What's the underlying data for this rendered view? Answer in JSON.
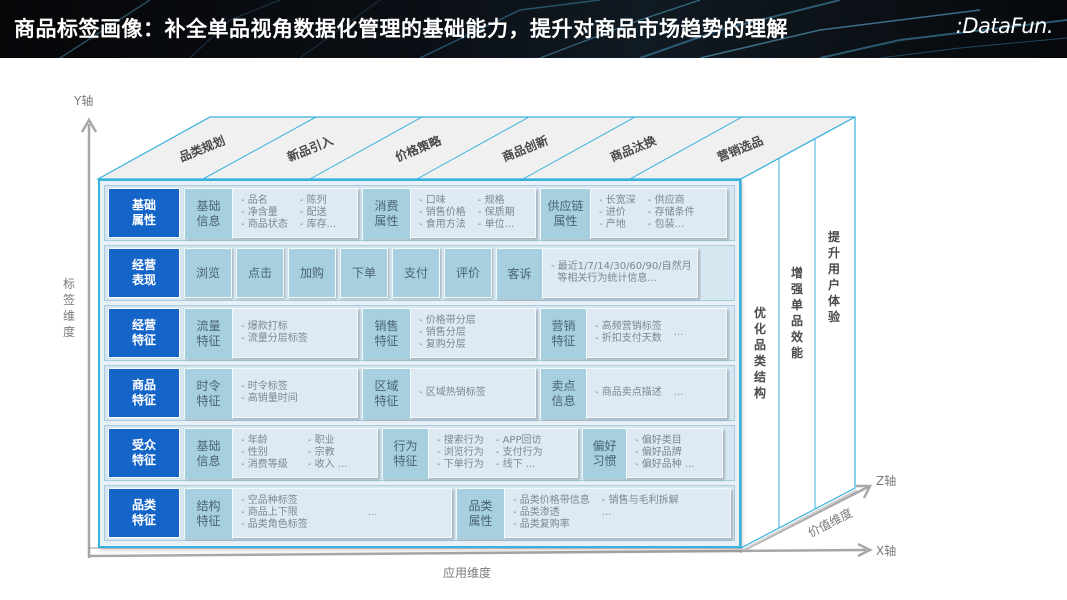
{
  "header": {
    "title": "商品标签画像：补全单品视角数据化管理的基础能力，提升对商品市场趋势的理解",
    "logo": ":DataFun."
  },
  "axes": {
    "y_axis": "Y轴",
    "y_dimension": "标签维度",
    "x_axis": "X轴",
    "x_dimension": "应用维度",
    "z_axis": "Z轴",
    "z_dimension": "价值维度"
  },
  "colors": {
    "row_head_bg": "#1565c8",
    "category_bg": "#a6cfe0",
    "detail_bg": "#dde9f3",
    "frame_border": "#38b1dd",
    "banner_bg": "#0b0f15"
  },
  "top_face": {
    "labels": [
      "品类规划",
      "新品引入",
      "价格策略",
      "商品创新",
      "商品汰换",
      "营销选品"
    ]
  },
  "side_face": {
    "labels": [
      "优化品类结构",
      "增强单品效能",
      "提升用户体验"
    ]
  },
  "rows": [
    {
      "head": "基础\n属性",
      "head_lines": [
        "基础",
        "属性"
      ],
      "groups": [
        {
          "category": [
            "基础",
            "信息"
          ],
          "col1": [
            "- 品名",
            "- 净含量",
            "- 商品状态"
          ],
          "col2": [
            "- 陈列",
            "- 配送",
            "- 库存..."
          ]
        },
        {
          "category": [
            "消费",
            "属性"
          ],
          "col1": [
            "- 口味",
            "- 销售价格",
            "- 食用方法"
          ],
          "col2": [
            "- 规格",
            "- 保质期",
            "- 单位..."
          ]
        },
        {
          "category": [
            "供应链",
            "属性"
          ],
          "col1": [
            "- 长宽深",
            "- 进价",
            "- 产地"
          ],
          "col2": [
            "- 供应商",
            "- 存储条件",
            "- 包装..."
          ]
        }
      ]
    },
    {
      "head_lines": [
        "经营",
        "表现"
      ],
      "actions": [
        "浏览",
        "点击",
        "加购",
        "下单",
        "支付",
        "评价"
      ],
      "last_group": {
        "category": [
          "客诉"
        ],
        "col1": [
          "- 最近1/7/14/30/60/90/自然月",
          "  等相关行为统计信息..."
        ]
      }
    },
    {
      "head_lines": [
        "经营",
        "特征"
      ],
      "groups": [
        {
          "category": [
            "流量",
            "特征"
          ],
          "col1": [
            "- 爆款打标",
            "- 流量分层标签"
          ]
        },
        {
          "category": [
            "销售",
            "特征"
          ],
          "col1": [
            "- 价格带分层",
            "- 销售分层",
            "- 复购分层"
          ]
        },
        {
          "category": [
            "营销",
            "特征"
          ],
          "col1": [
            "- 高频营销标签",
            "- 折扣支付天数"
          ],
          "ellipsis": "..."
        }
      ]
    },
    {
      "head_lines": [
        "商品",
        "特征"
      ],
      "groups": [
        {
          "category": [
            "时令",
            "特征"
          ],
          "col1": [
            "- 时令标签",
            "- 高销量时间"
          ]
        },
        {
          "category": [
            "区域",
            "特征"
          ],
          "col1": [
            "- 区域热销标签"
          ]
        },
        {
          "category": [
            "卖点",
            "信息"
          ],
          "col1": [
            "- 商品卖点描述"
          ],
          "ellipsis": "..."
        }
      ]
    },
    {
      "head_lines": [
        "受众",
        "特征"
      ],
      "groups": [
        {
          "category": [
            "基础",
            "信息"
          ],
          "col1": [
            "- 年龄",
            "- 性别",
            "- 消费等级"
          ],
          "col2": [
            "- 职业",
            "- 宗教",
            "- 收入 ..."
          ]
        },
        {
          "category": [
            "行为",
            "特征"
          ],
          "col1": [
            "- 搜索行为",
            "- 浏览行为",
            "- 下单行为"
          ],
          "col2": [
            "- APP回访",
            "- 支付行为",
            "- 线下 ..."
          ]
        },
        {
          "category": [
            "偏好",
            "习惯"
          ],
          "col1": [
            "- 偏好类目",
            "- 偏好品牌",
            "- 偏好品种 ..."
          ]
        }
      ]
    },
    {
      "head_lines": [
        "品类",
        "特征"
      ],
      "groups": [
        {
          "category": [
            "结构",
            "特征"
          ],
          "col1": [
            "- 空品种标签",
            "- 商品上下限",
            "- 品类角色标签"
          ],
          "ellipsis": "..."
        },
        {
          "category": [
            "品类",
            "属性"
          ],
          "col1": [
            "- 品类价格带信息",
            "- 品类渗透",
            "- 品类复购率"
          ],
          "col2": [
            "- 销售与毛利拆解",
            "..."
          ]
        }
      ]
    }
  ]
}
